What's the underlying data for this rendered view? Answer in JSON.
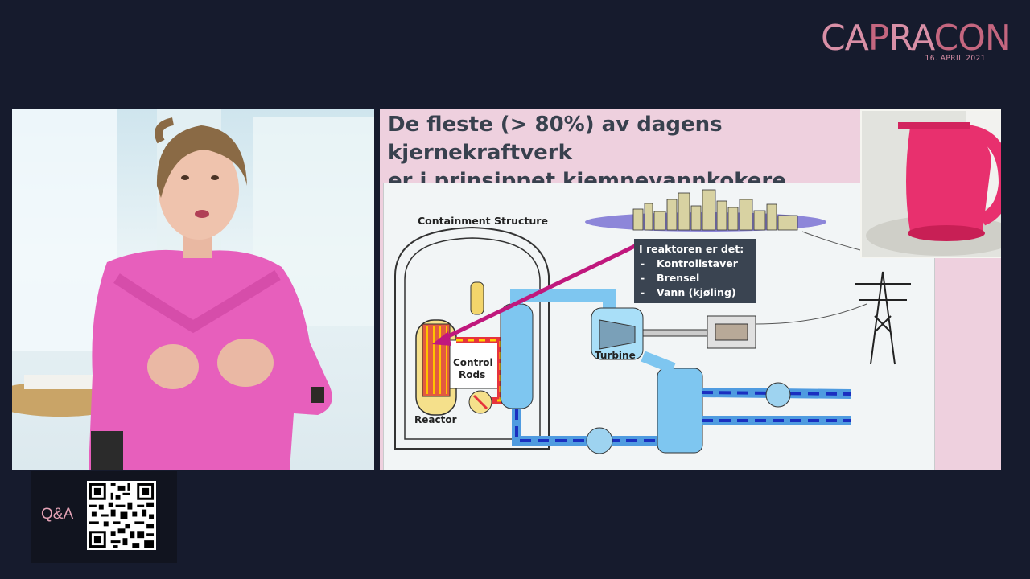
{
  "brand": {
    "letters": [
      "CA",
      "P",
      "RA",
      "CON"
    ],
    "date": "16. APRIL 2021"
  },
  "slide": {
    "title_line1": "De fleste (> 80%) av dagens kjernekraftverk",
    "title_line2": "er i prinsippet kjempevannkokere",
    "diagram_labels": {
      "containment": "Containment Structure",
      "control": "Control",
      "rods": "Rods",
      "reactor": "Reactor",
      "turbine": "Turbine"
    },
    "callout": {
      "heading": "I reaktoren er det:",
      "items": [
        {
          "dash": "-",
          "text": "Kontrollstaver"
        },
        {
          "dash": "-",
          "text": "Brensel"
        },
        {
          "dash": "-",
          "text": "Vann (kjøling)"
        }
      ]
    }
  },
  "qa": {
    "label": "Q&A"
  },
  "colors": {
    "background": "#161b2d",
    "slide_bg": "#eed0de",
    "title": "#38414e",
    "brand_pink": "#d88fa6",
    "arrow": "#c0187d",
    "kettle": "#e8306e"
  }
}
